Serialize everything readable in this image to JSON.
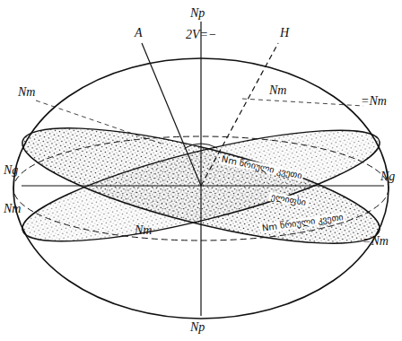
{
  "diagram": {
    "labels": [
      "A",
      "Np",
      "2V=−",
      "H",
      "Nm",
      "Nm",
      "=Nm",
      "Ng",
      "Ng",
      "Nm",
      "Nm",
      "=Nm",
      "Np",
      "Nm წრიული კვეთი",
      "ელიფსი",
      "Nm წრიული კვეთი"
    ]
  }
}
